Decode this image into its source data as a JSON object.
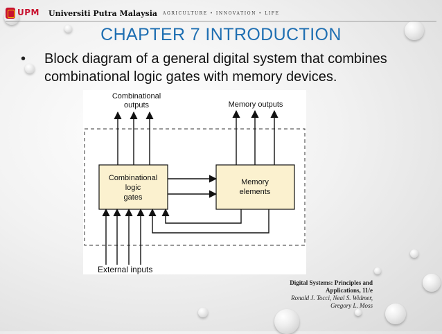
{
  "header": {
    "logo_text": "UPM",
    "university": "Universiti Putra Malaysia",
    "tagline": "AGRICULTURE • INNOVATION • LIFE"
  },
  "slide": {
    "title": "CHAPTER 7 INTRODUCTION",
    "bullet_mark": "•",
    "bullet": "Block diagram of a general digital system that combines combinational logic gates with memory devices."
  },
  "diagram": {
    "combinational_outputs_line1": "Combinational",
    "combinational_outputs_line2": "outputs",
    "memory_outputs": "Memory outputs",
    "logic_box_line1": "Combinational",
    "logic_box_line2": "logic",
    "logic_box_line3": "gates",
    "memory_box_line1": "Memory",
    "memory_box_line2": "elements",
    "external_inputs": "External inputs",
    "box_fill": "#fbf1cf"
  },
  "reference": {
    "line1": "Digital Systems: Principles and",
    "line2": "Applications, 11/e",
    "line3": "Ronald J. Tocci, Neal S. Widmer,",
    "line4": "Gregory L. Moss"
  },
  "colors": {
    "title": "#1f6fb2",
    "brand_red": "#c8102e"
  }
}
